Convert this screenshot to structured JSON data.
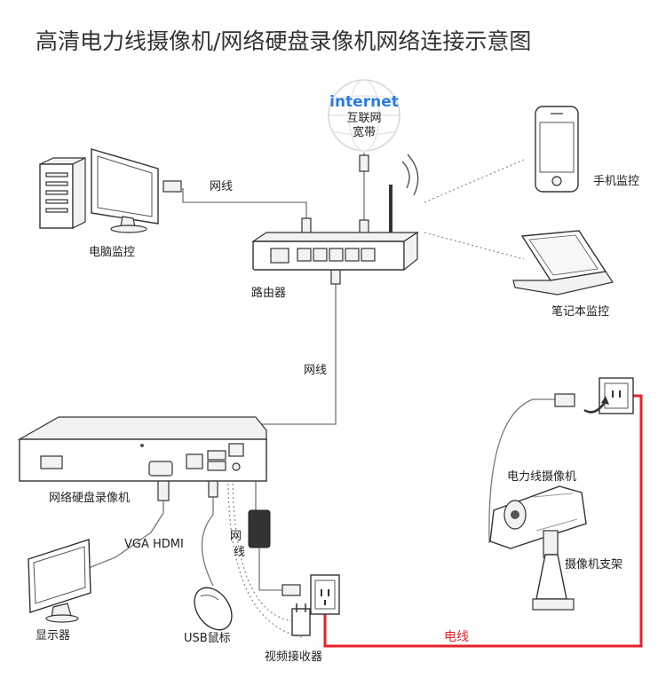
{
  "title": "高清电力线摄像机/网络硬盘录像机网络连接示意图",
  "internet": {
    "word": "internet",
    "line1": "互联网",
    "line2": "宽带"
  },
  "labels": {
    "pc_cable": "网线",
    "pc": "电脑监控",
    "router": "路由器",
    "phone": "手机监控",
    "laptop": "笔记本监控",
    "router_nvr_cable": "网线",
    "nvr": "网络硬盘录像机",
    "vga_hdmi": "VGA HDMI",
    "monitor": "显示器",
    "mouse": "USB鼠标",
    "receiver_cable_1": "网",
    "receiver_cable_2": "线",
    "receiver": "视频接收器",
    "plc_camera": "电力线摄像机",
    "bracket": "摄像机支架",
    "power_line": "电线"
  },
  "colors": {
    "internet_blue": "#2a7de1",
    "power_red": "#e8202a",
    "text": "#222222"
  }
}
